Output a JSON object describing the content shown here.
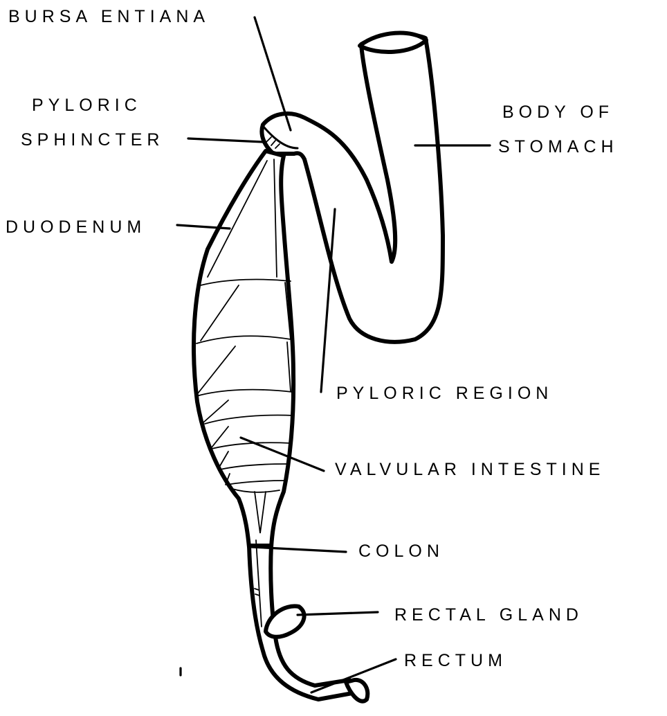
{
  "labels": {
    "bursa": "BURSA ENTIANA",
    "pyloric_sphincter_1": "PYLORIC",
    "pyloric_sphincter_2": "SPHINCTER",
    "body_of_stomach_1": "BODY OF",
    "body_of_stomach_2": "STOMACH",
    "duodenum": "DUODENUM",
    "pyloric_region": "PYLORIC REGION",
    "valvular_intestine": "VALVULAR INTESTINE",
    "colon": "COLON",
    "rectal_gland": "RECTAL GLAND",
    "rectum": "RECTUM"
  }
}
